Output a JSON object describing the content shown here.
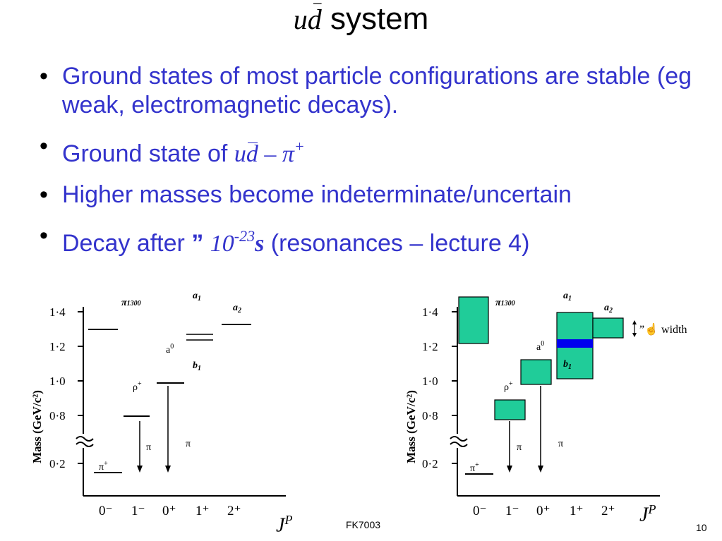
{
  "slide": {
    "title_math_u": "u",
    "title_math_d": "d",
    "title_text": "system",
    "bullets": [
      {
        "text": "Ground states of most particle configurations are stable (eg weak, electromagnetic decays)."
      },
      {
        "prefix": "Ground state of ",
        "math_u": "u",
        "math_d": "d",
        "math_rest": " – π",
        "sup": "+"
      },
      {
        "text": "Higher masses become indeterminate/uncertain"
      },
      {
        "prefix": "Decay after ",
        "approx": "”",
        "num": "10",
        "exp": "-23",
        "unit": "s",
        "suffix": " (resonances – lecture 4)"
      }
    ],
    "footer_center": "FK7003",
    "page_number": "10",
    "width_annotation": "”☝ width"
  },
  "left_diagram": {
    "ylabel": "Mass (GeV/c²)",
    "yticks": [
      "1·4",
      "1·2",
      "1·0",
      "0·8",
      "0·2"
    ],
    "xticks": [
      "0⁻",
      "1⁻",
      "0⁺",
      "1⁺",
      "2⁺"
    ],
    "xlabel_J": "J",
    "xlabel_P": "P",
    "labels": {
      "pi1300": "π",
      "pi1300_sub": "1300",
      "a1": "a",
      "a1_sub": "1",
      "a2": "a",
      "a2_sub": "2",
      "a0": "a",
      "a0_sup": "0",
      "b1": "b",
      "b1_sub": "1",
      "rho": "ρ",
      "rho_sup": "+",
      "pi_plus": "π",
      "pi_plus_sup": "+",
      "pi_decay1": "π",
      "pi_decay2": "π"
    }
  },
  "right_diagram": {
    "ylabel": "Mass (GeV/c²)",
    "yticks": [
      "1·4",
      "1·2",
      "1·0",
      "0·8",
      "0·2"
    ],
    "xticks": [
      "0⁻",
      "1⁻",
      "0⁺",
      "1⁺",
      "2⁺"
    ],
    "xlabel_J": "J",
    "xlabel_P": "P",
    "box_color": "#20cc99",
    "highlight_color": "#0000ee",
    "labels": {
      "pi1300": "π",
      "pi1300_sub": "1300",
      "a1": "a",
      "a1_sub": "1",
      "a2": "a",
      "a2_sub": "2",
      "a0": "a",
      "a0_sup": "0",
      "b1": "b",
      "b1_sub": "1",
      "rho": "ρ",
      "rho_sup": "+",
      "pi_plus": "π",
      "pi_plus_sup": "+",
      "pi_decay1": "π",
      "pi_decay2": "π"
    }
  }
}
